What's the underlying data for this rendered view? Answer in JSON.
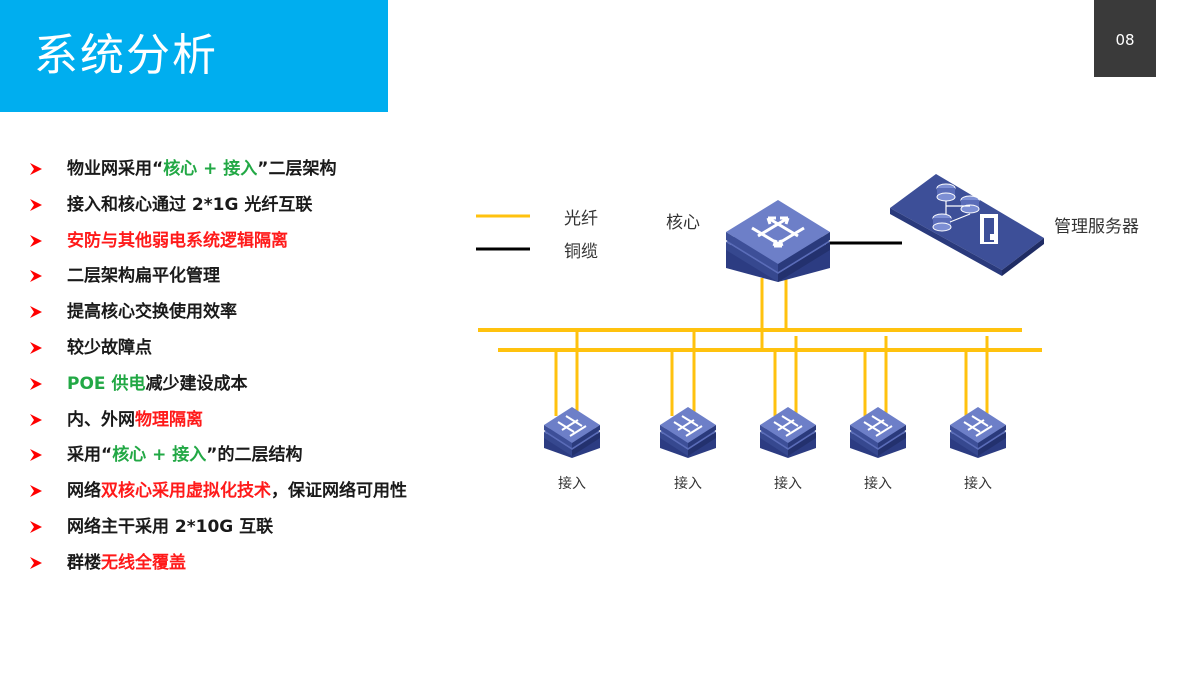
{
  "title": "系统分析",
  "page_number": "08",
  "bullets": [
    [
      {
        "t": "物业网采用“",
        "c": "normal"
      },
      {
        "t": "核心 +  接入",
        "c": "green"
      },
      {
        "t": "”二层架构",
        "c": "normal"
      }
    ],
    [
      {
        "t": "接入和核心通过 2*1G 光纤互联",
        "c": "normal"
      }
    ],
    [
      {
        "t": "安防与其他弱电系统逻辑隔离",
        "c": "red"
      }
    ],
    [
      {
        "t": "二层架构扁平化管理",
        "c": "normal"
      }
    ],
    [
      {
        "t": "提高核心交换使用效率",
        "c": "normal"
      }
    ],
    [
      {
        "t": "较少故障点",
        "c": "normal"
      }
    ],
    [
      {
        "t": "POE 供电",
        "c": "green"
      },
      {
        "t": "减少建设成本",
        "c": "normal"
      }
    ],
    [
      {
        "t": "内、外网",
        "c": "normal"
      },
      {
        "t": "物理隔离",
        "c": "red"
      }
    ],
    [
      {
        "t": "采用“",
        "c": "normal"
      },
      {
        "t": "核心 +  接入",
        "c": "green"
      },
      {
        "t": "”的二层结构",
        "c": "normal"
      }
    ],
    [
      {
        "t": "网络",
        "c": "normal"
      },
      {
        "t": "双核心采用虚拟化技术",
        "c": "red"
      },
      {
        "t": "，保证网络可用性",
        "c": "normal"
      }
    ],
    [
      {
        "t": "网络主干采用 2*10G 互联",
        "c": "normal"
      }
    ],
    [
      {
        "t": "群楼",
        "c": "normal"
      },
      {
        "t": "无线全覆盖",
        "c": "red"
      }
    ]
  ],
  "diagram": {
    "legend_fiber": "光纤",
    "legend_copper": "铜缆",
    "core_label": "核心",
    "server_label": "管理服务器",
    "access_labels": [
      "接入",
      "接入",
      "接入",
      "接入",
      "接入"
    ]
  },
  "colors": {
    "title_bar": "#00AEEF",
    "page_box": "#3a3a3a",
    "fiber": "#FFC20E",
    "copper": "#000000",
    "switch": "#3d4f98",
    "arrow": "#ff0000",
    "green": "#22a845",
    "red": "#ff1a1a"
  },
  "icons": [
    "bullet-arrow-icon",
    "core-switch-icon",
    "access-switch-icon",
    "management-server-icon"
  ]
}
